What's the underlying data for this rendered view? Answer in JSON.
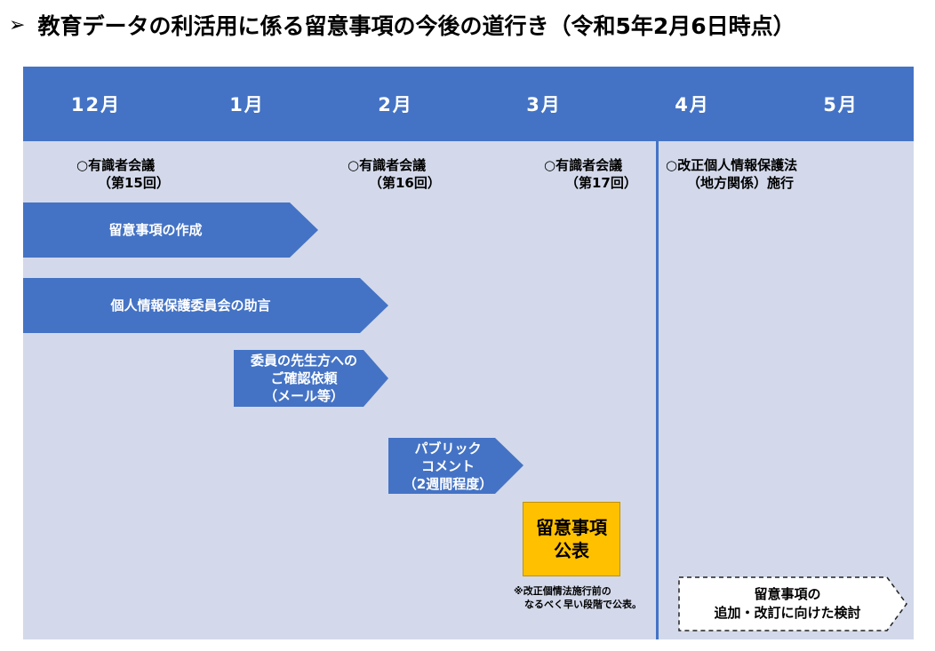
{
  "title": {
    "bullet": "➢",
    "text": "教育データの利活用に係る留意事項の今後の道行き（令和5年2月6日時点）"
  },
  "months": [
    "12月",
    "1月",
    "2月",
    "3月",
    "4月",
    "5月"
  ],
  "events": [
    {
      "line1": "○有識者会議",
      "line2": "（第15回）"
    },
    {
      "line1": "○有識者会議",
      "line2": "（第16回）"
    },
    {
      "line1": "○有識者会議",
      "line2": "（第17回）"
    },
    {
      "line1": "○改正個人情報保護法",
      "line2": "（地方関係）施行"
    }
  ],
  "tasks": [
    {
      "lines": [
        "留意事項の作成"
      ]
    },
    {
      "lines": [
        "個人情報保護委員会の助言"
      ]
    },
    {
      "lines": [
        "委員の先生方への",
        "ご確認依頼",
        "（メール等）"
      ]
    },
    {
      "lines": [
        "パブリック",
        "コメント",
        "（2週間程度）"
      ]
    }
  ],
  "publication": {
    "line1": "留意事項",
    "line2": "公表"
  },
  "note": {
    "line1": "※改正個情法施行前の",
    "line2": "なるべく早い段階で公表。"
  },
  "future": {
    "line1": "留意事項の",
    "line2": "追加・改訂に向けた検討"
  },
  "colors": {
    "header_blue": "#4473c5",
    "board_bg": "#d3d9ea",
    "publication_yellow": "#ffc000"
  }
}
